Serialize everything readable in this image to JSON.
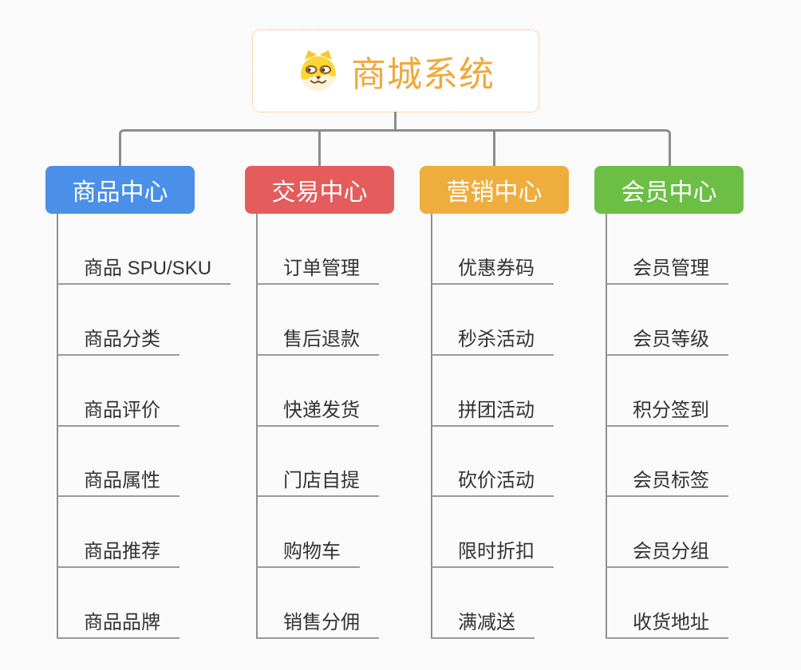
{
  "root": {
    "title": "商城系统",
    "icon": "dog-face-icon",
    "accent_color": "#f1a83b",
    "border_color": "#f0b45c"
  },
  "connector_color": "#8c8c8c",
  "underline_color": "#9b9b9b",
  "background_color": "#fafafa",
  "branches": [
    {
      "label": "商品中心",
      "color": "#4a8fe8",
      "children": [
        "商品 SPU/SKU",
        "商品分类",
        "商品评价",
        "商品属性",
        "商品推荐",
        "商品品牌"
      ]
    },
    {
      "label": "交易中心",
      "color": "#e45c5c",
      "children": [
        "订单管理",
        "售后退款",
        "快递发货",
        "门店自提",
        "购物车",
        "销售分佣"
      ]
    },
    {
      "label": "营销中心",
      "color": "#efad3d",
      "children": [
        "优惠券码",
        "秒杀活动",
        "拼团活动",
        "砍价活动",
        "限时折扣",
        "满减送"
      ]
    },
    {
      "label": "会员中心",
      "color": "#6cbe45",
      "children": [
        "会员管理",
        "会员等级",
        "积分签到",
        "会员标签",
        "会员分组",
        "收货地址"
      ]
    }
  ]
}
